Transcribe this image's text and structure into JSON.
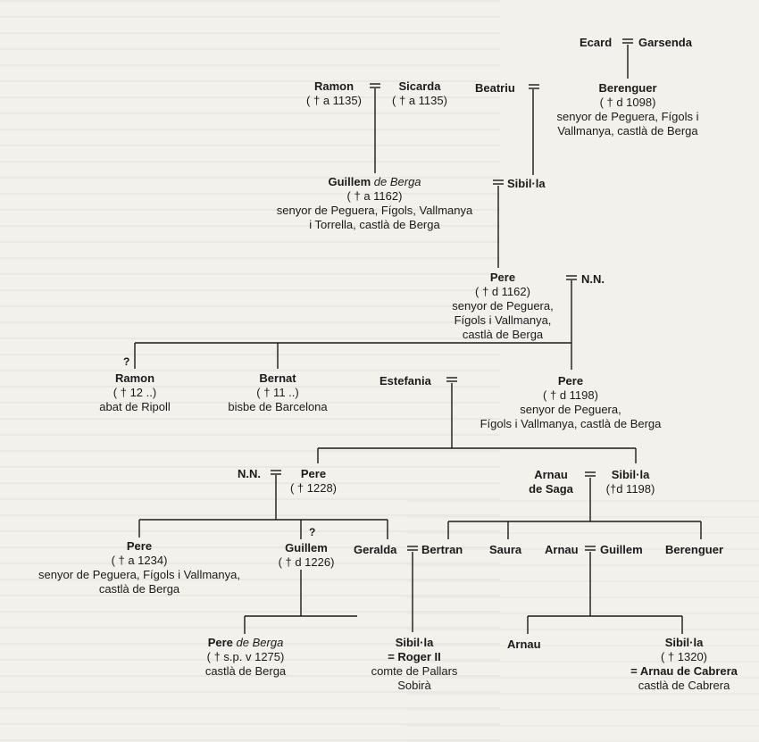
{
  "people": {
    "ecard": {
      "name": "Ecard"
    },
    "garsenda": {
      "name": "Garsenda"
    },
    "ramon_a": {
      "name": "Ramon",
      "lines": [
        "( † a 1135)"
      ]
    },
    "sicarda": {
      "name": "Sicarda",
      "lines": [
        "( † a 1135)"
      ]
    },
    "beatriu": {
      "name": "Beatriu"
    },
    "berenguer_a": {
      "name": "Berenguer",
      "lines": [
        "( † d 1098)",
        "senyor de Peguera, Fígols i",
        "Vallmanya, castlà de Berga"
      ]
    },
    "guillem_a": {
      "name": "Guillem",
      "name_suffix": "de Berga",
      "lines": [
        "( † a 1162)",
        "senyor de Peguera, Fígols, Vallmanya",
        "i Torrella, castlà de Berga"
      ]
    },
    "sibila_a": {
      "name": "Sibil·la"
    },
    "pere_a": {
      "name": "Pere",
      "lines": [
        "( † d 1162)",
        "senyor de Peguera,",
        "Fígols i Vallmanya,",
        "castlà de Berga"
      ]
    },
    "nn_a": {
      "name": "N.N."
    },
    "ramon_b": {
      "name": "Ramon",
      "lines": [
        "( † 12 ..)",
        "abat de Ripoll"
      ]
    },
    "bernat": {
      "name": "Bernat",
      "lines": [
        "( † 11 ..)",
        "bisbe de Barcelona"
      ]
    },
    "estefania": {
      "name": "Estefania"
    },
    "pere_b": {
      "name": "Pere",
      "lines": [
        "( † d 1198)",
        "senyor de Peguera,",
        "Fígols i Vallmanya, castlà de Berga"
      ]
    },
    "nn_b": {
      "name": "N.N."
    },
    "pere_c": {
      "name": "Pere",
      "lines": [
        "( † 1228)"
      ]
    },
    "arnau_saga": {
      "name": "Arnau",
      "name2": "de Saga"
    },
    "sibila_b": {
      "name": "Sibil·la",
      "lines": [
        "(†d 1198)"
      ]
    },
    "pere_d": {
      "name": "Pere",
      "lines": [
        "( † a 1234)",
        "senyor de Peguera, Fígols i Vallmanya,",
        "castlà de Berga"
      ]
    },
    "guillem_b": {
      "name": "Guillem",
      "lines": [
        "( † d 1226)"
      ]
    },
    "geralda": {
      "name": "Geralda"
    },
    "bertran": {
      "name": "Bertran"
    },
    "saura": {
      "name": "Saura"
    },
    "arnau_b": {
      "name": "Arnau"
    },
    "guillem_c": {
      "name": "Guillem"
    },
    "berenguer_b": {
      "name": "Berenguer"
    },
    "pere_e": {
      "name": "Pere",
      "name_suffix": "de Berga",
      "lines": [
        "( † s.p. v 1275)",
        "castlà de Berga"
      ]
    },
    "sibila_c": {
      "name": "Sibil·la",
      "spouse_line": "= Roger II",
      "lines": [
        "comte de Pallars",
        "Sobirà"
      ]
    },
    "arnau_c": {
      "name": "Arnau"
    },
    "sibila_d": {
      "name": "Sibil·la",
      "lines": [
        "( † 1320)"
      ],
      "spouse_line": "= Arnau de Cabrera",
      "lines2": [
        "castlà de Cabrera"
      ]
    }
  },
  "uncertain_marks": [
    "?",
    "?"
  ]
}
